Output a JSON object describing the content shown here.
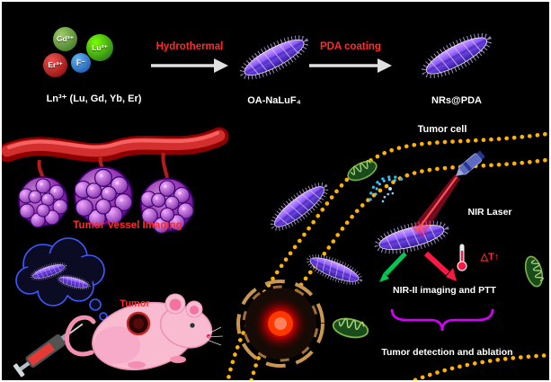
{
  "colors": {
    "background": "#000000",
    "step_label_red": "#ff2a2a",
    "white_label": "#ffffff",
    "membrane_orange": "#ffb300",
    "nanorod_purple": "#7c4dff",
    "vessel_red": "#d32f2f",
    "brace_magenta": "#d500f9",
    "laser_beam_red": "#ff1744",
    "imaging_arrow_green": "#00c853",
    "ptt_arrow_red": "#ff1744"
  },
  "synthesis": {
    "ions": [
      {
        "label": "Gd³⁺",
        "light": "#9ccc65",
        "dark": "#33691e"
      },
      {
        "label": "Lu³⁺",
        "light": "#76ff03",
        "dark": "#1b5e20"
      },
      {
        "label": "Er³⁺",
        "light": "#ef5350",
        "dark": "#7f0000"
      },
      {
        "label": "F⁻",
        "light": "#64b5f6",
        "dark": "#0d47a1"
      }
    ],
    "precursor_label": "Ln³⁺ (Lu, Gd, Yb, Er)",
    "step1_label": "Hydrothermal",
    "intermediate_label": "OA-NaLuF₄",
    "step2_label": "PDA coating",
    "product_label": "NRs@PDA"
  },
  "imaging": {
    "vessel_label": "Tumor Vessel Imaging",
    "mouse_tumor_label": "Tumor"
  },
  "cell": {
    "cell_label": "Tumor cell",
    "laser_label": "NIR Laser",
    "temperature_label": "△T↑",
    "result_label": "NIR-II imaging and PTT",
    "outcome_label": "Tumor detection and ablation"
  }
}
